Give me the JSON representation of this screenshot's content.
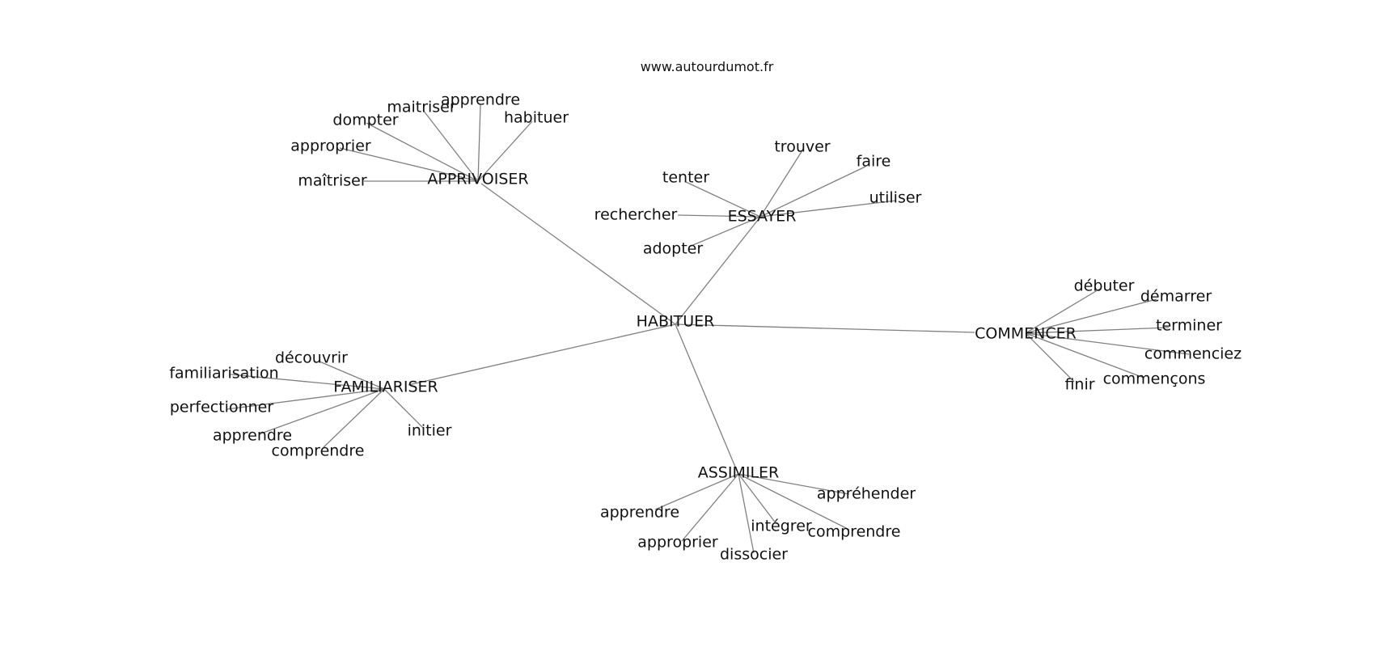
{
  "site": "www.autourdumot.fr",
  "center": "HABITUER",
  "clusters": [
    {
      "word": "APPRIVOISER",
      "leaves": [
        "maîtriser",
        "approprier",
        "dompter",
        "maitriser",
        "apprendre",
        "habituer"
      ]
    },
    {
      "word": "ESSAYER",
      "leaves": [
        "tenter",
        "trouver",
        "faire",
        "utiliser",
        "rechercher",
        "adopter"
      ]
    },
    {
      "word": "COMMENCER",
      "leaves": [
        "débuter",
        "démarrer",
        "terminer",
        "commenciez",
        "commençons",
        "finir"
      ]
    },
    {
      "word": "FAMILIARISER",
      "leaves": [
        "découvrir",
        "familiarisation",
        "perfectionner",
        "apprendre",
        "comprendre",
        "initier"
      ]
    },
    {
      "word": "ASSIMILER",
      "leaves": [
        "appréhender",
        "apprendre",
        "intégrer",
        "comprendre",
        "approprier",
        "dissocier"
      ]
    }
  ],
  "colors": {
    "edge": "#808080",
    "text": "#111111",
    "background": "#ffffff"
  }
}
